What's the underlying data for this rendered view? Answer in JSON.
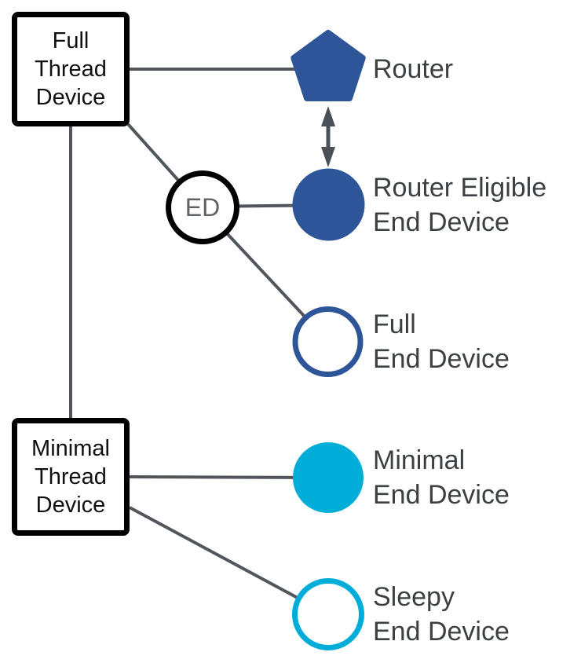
{
  "colors": {
    "dark_blue": "#2D5597",
    "cyan": "#00ADD8",
    "connector": "#51565C",
    "arrow": "#4A5056",
    "box_border": "#000000",
    "box_text": "#111111",
    "label_text": "#3C4043",
    "ed_text": "#5F6368",
    "background": "#FFFFFF"
  },
  "nodes": {
    "full_thread_device": {
      "label": "Full\nThread\nDevice"
    },
    "minimal_thread_device": {
      "label": "Minimal\nThread\nDevice"
    },
    "ed": {
      "label": "ED"
    },
    "router": {
      "label": "Router"
    },
    "router_eligible_end_device": {
      "label": "Router Eligible\nEnd Device"
    },
    "full_end_device": {
      "label": "Full\nEnd Device"
    },
    "minimal_end_device": {
      "label": "Minimal\nEnd Device"
    },
    "sleepy_end_device": {
      "label": "Sleepy\nEnd Device"
    }
  }
}
